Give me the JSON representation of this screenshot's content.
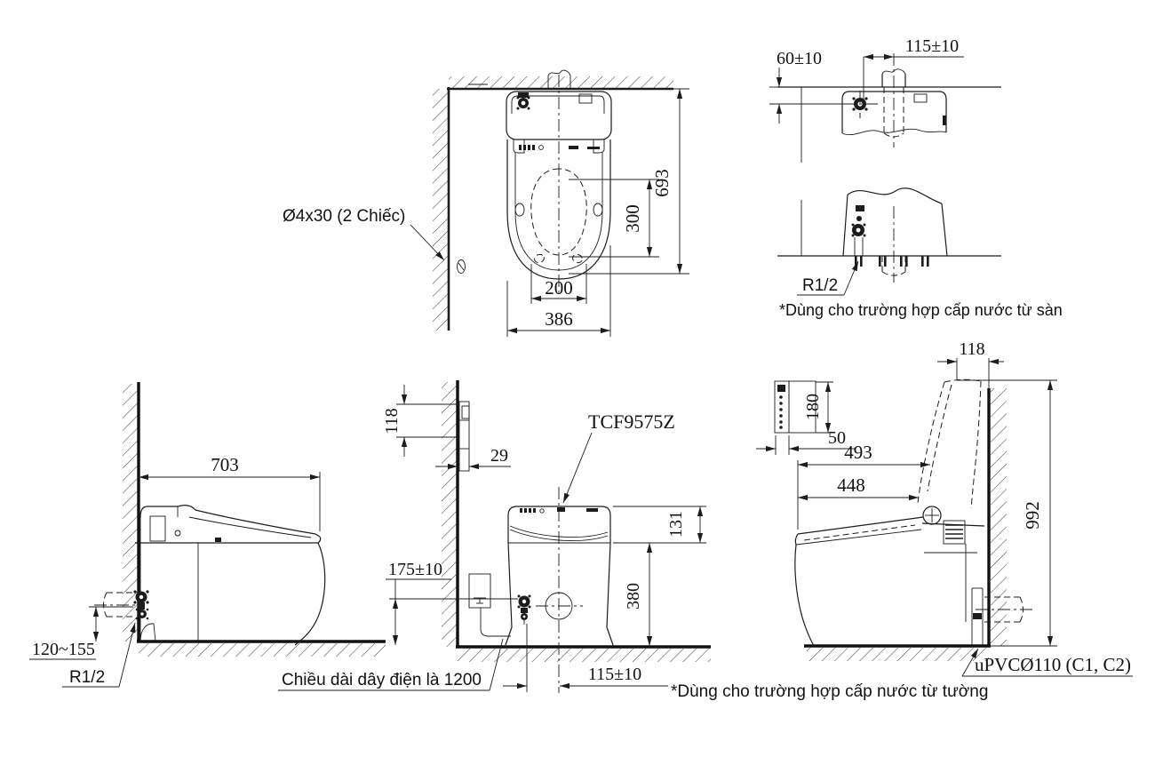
{
  "colors": {
    "line": "#1c1c1c",
    "background": "#ffffff"
  },
  "plan": {
    "depth": "693",
    "bolt_span": "300",
    "drain_width": "200",
    "width": "386",
    "anchor_label": "Ø4x30 (2 Chiếc)"
  },
  "floor_supply": {
    "top_offset": "60±10",
    "side_offset": "115±10",
    "thread": "R1/2",
    "note": "*Dùng cho trường hợp cấp nước từ sàn"
  },
  "side_view": {
    "depth": "703",
    "valve_height": "120~155",
    "thread": "R1/2"
  },
  "front_view": {
    "bracket_height": "118",
    "bracket_depth": "29",
    "model": "TCF9575Z",
    "lid_height": "131",
    "body_height": "380",
    "valve_height": "175±10",
    "drain_offset": "115±10",
    "cord_note": "Chiều dài dây điện là 1200"
  },
  "open_view": {
    "lid_depth": "118",
    "remote_height": "180",
    "remote_depth": "50",
    "depth_to_lid": "493",
    "depth_to_seat": "448",
    "total_height": "992",
    "drain_label": "uPVCØ110 (C1, C2)",
    "note": "*Dùng cho trường hợp cấp nước từ tường"
  }
}
